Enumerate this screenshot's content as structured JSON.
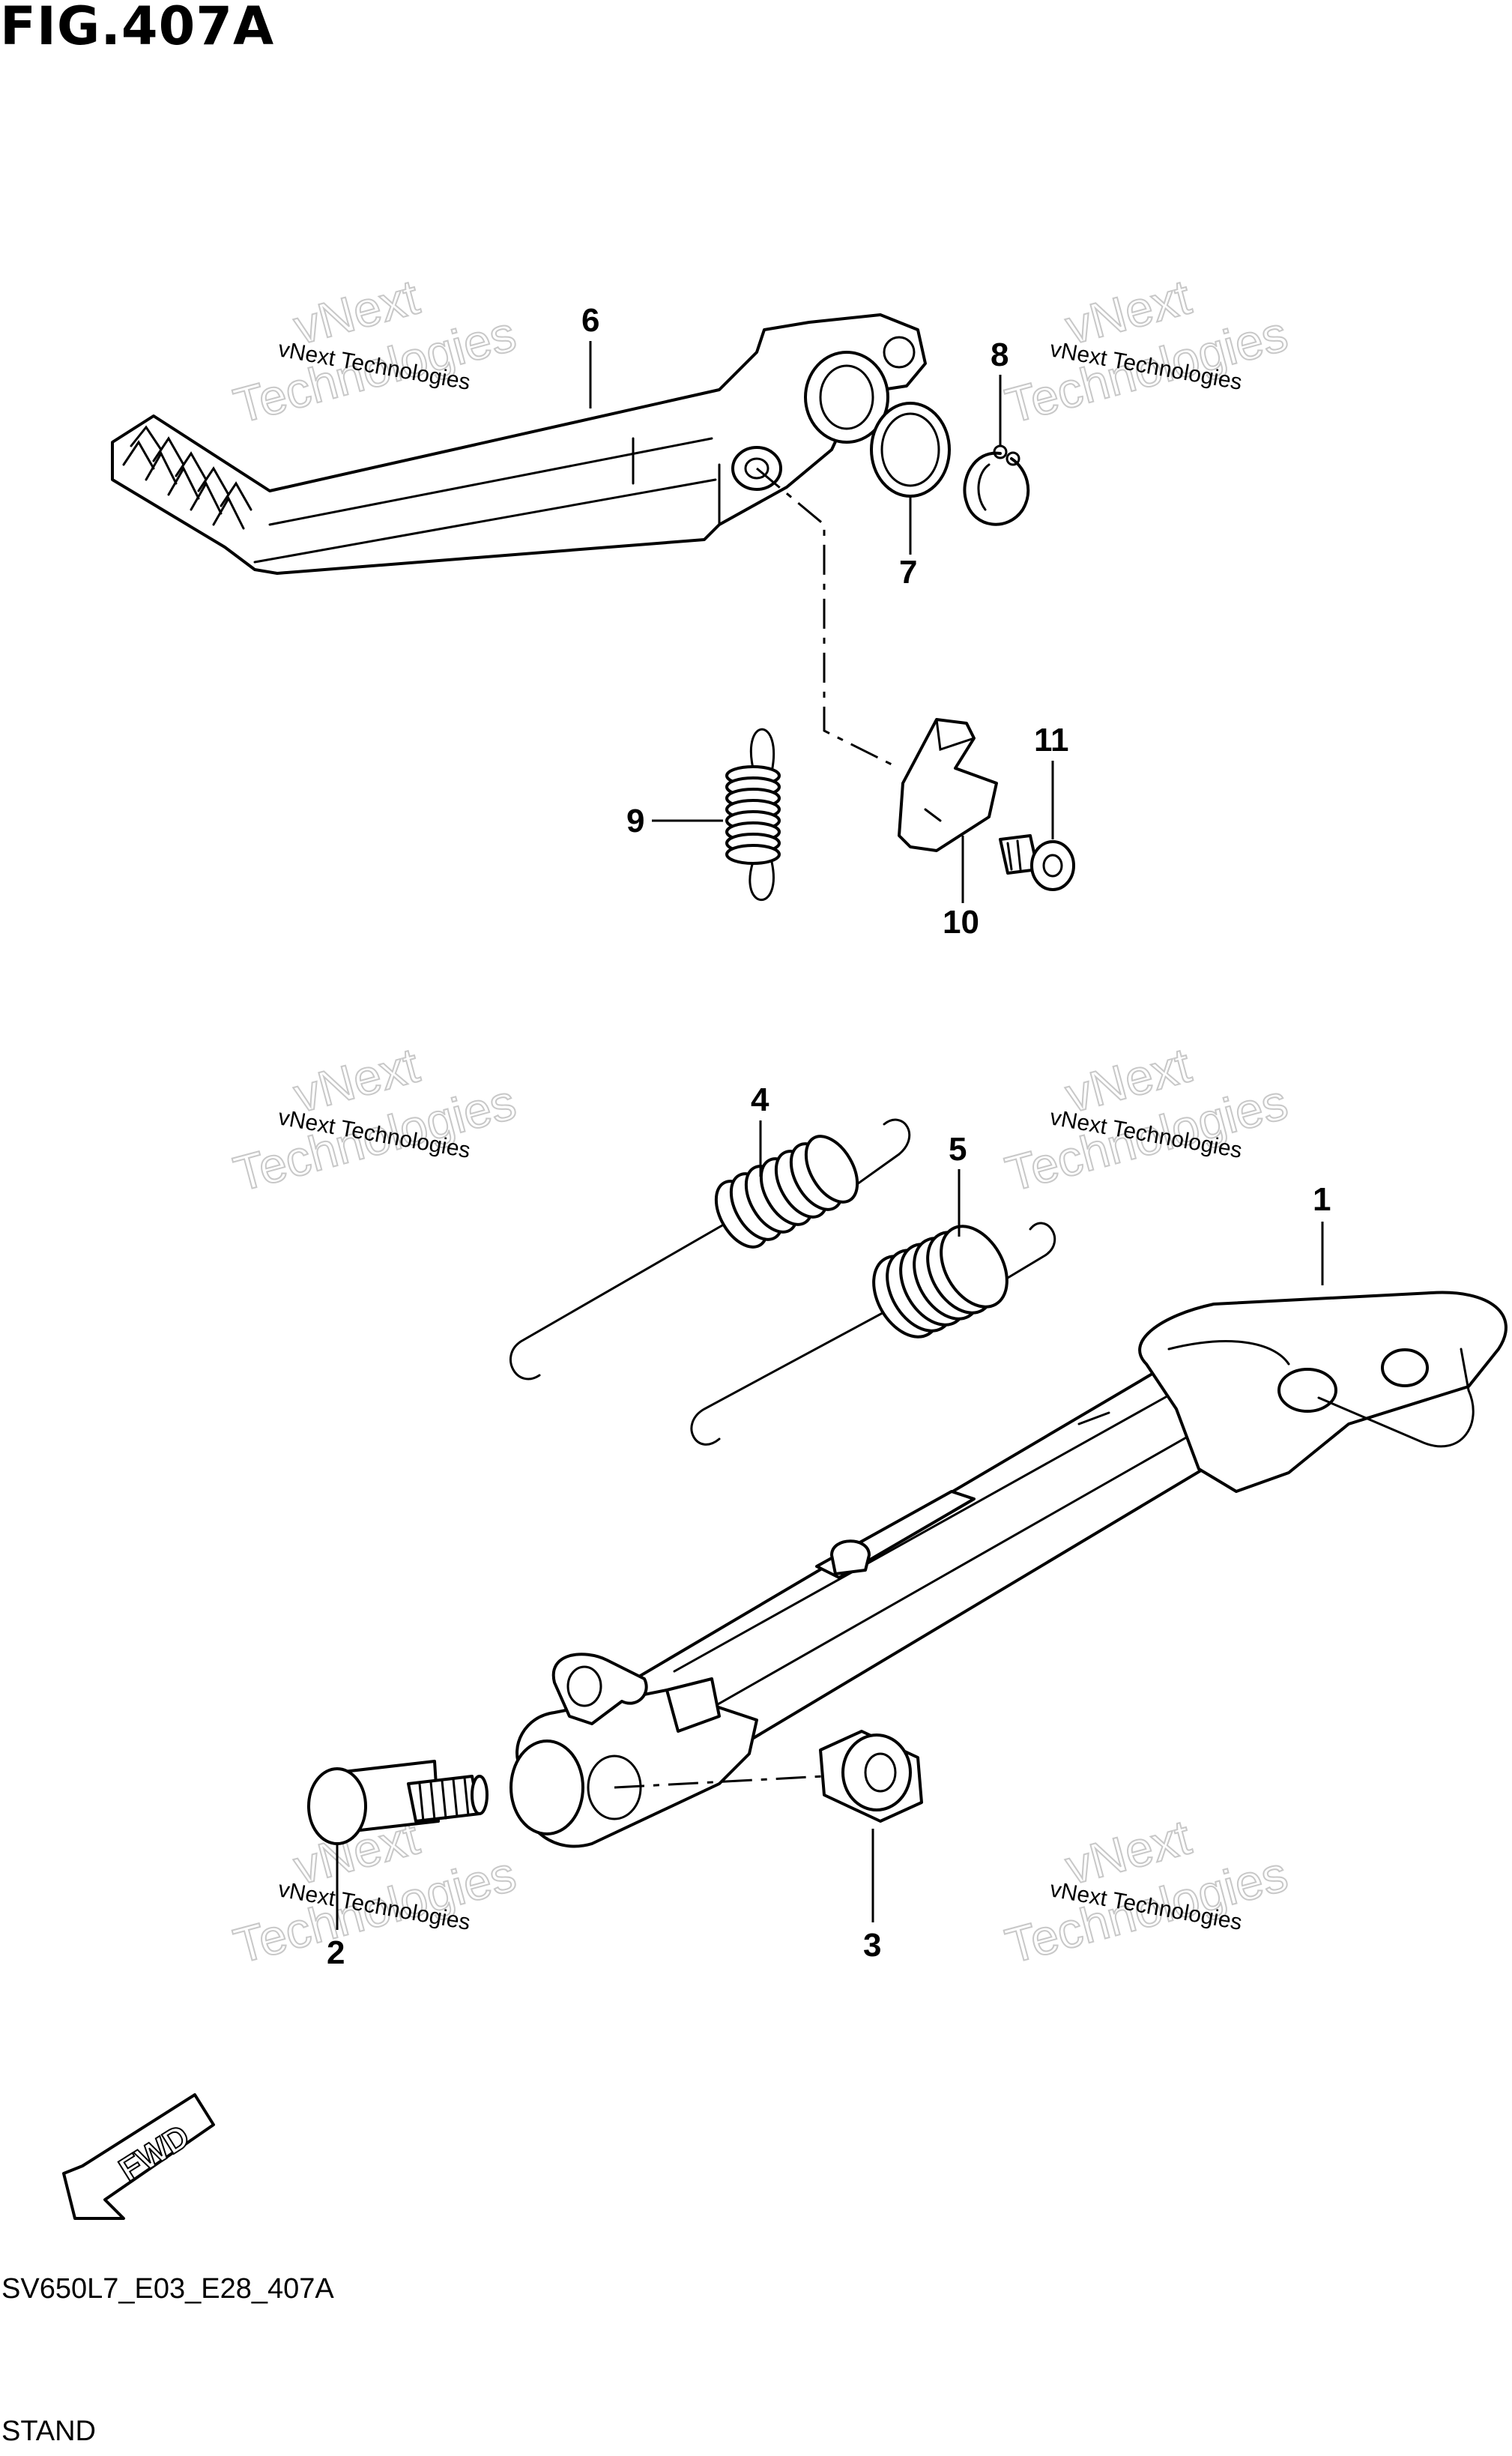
{
  "figure": {
    "title": "FIG.407A",
    "code": "SV650L7_E03_E28_407A",
    "name": "STAND"
  },
  "watermark": {
    "line1": "vNext Technologies",
    "line2": "Technologies",
    "line3": "vNext"
  },
  "callouts": {
    "c1": "1",
    "c2": "2",
    "c3": "3",
    "c4": "4",
    "c5": "5",
    "c6": "6",
    "c7": "7",
    "c8": "8",
    "c9": "9",
    "c10": "10",
    "c11": "11"
  },
  "fwd_label": "FWD"
}
